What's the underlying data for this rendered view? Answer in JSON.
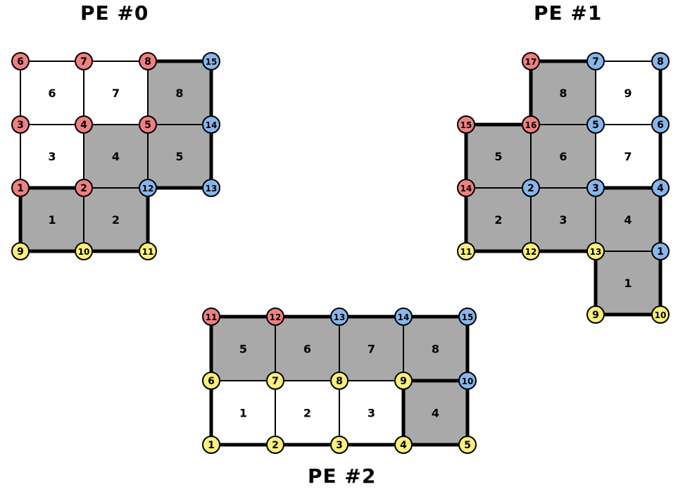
{
  "titles": {
    "pe0": "PE #0",
    "pe1": "PE #1",
    "pe2": "PE #2"
  },
  "colors": {
    "background": "#ffffff",
    "element_shaded": "#a9a9a9",
    "element_plain": "#ffffff",
    "edge": "#000000",
    "node_red": "#f08080",
    "node_blue": "#87b6ec",
    "node_yellow": "#f8f07c"
  },
  "partitions": [
    {
      "id": "pe0",
      "elements": [
        {
          "label": "1",
          "shaded": true
        },
        {
          "label": "2",
          "shaded": true
        },
        {
          "label": "3",
          "shaded": false
        },
        {
          "label": "4",
          "shaded": true
        },
        {
          "label": "5",
          "shaded": true
        },
        {
          "label": "6",
          "shaded": false
        },
        {
          "label": "7",
          "shaded": false
        },
        {
          "label": "8",
          "shaded": true
        }
      ],
      "nodes": [
        {
          "label": "6",
          "color": "red"
        },
        {
          "label": "7",
          "color": "red"
        },
        {
          "label": "8",
          "color": "red"
        },
        {
          "label": "15",
          "color": "blue"
        },
        {
          "label": "3",
          "color": "red"
        },
        {
          "label": "4",
          "color": "red"
        },
        {
          "label": "5",
          "color": "red"
        },
        {
          "label": "14",
          "color": "blue"
        },
        {
          "label": "1",
          "color": "red"
        },
        {
          "label": "2",
          "color": "red"
        },
        {
          "label": "12",
          "color": "blue"
        },
        {
          "label": "13",
          "color": "blue"
        },
        {
          "label": "9",
          "color": "yellow"
        },
        {
          "label": "10",
          "color": "yellow"
        },
        {
          "label": "11",
          "color": "yellow"
        }
      ]
    },
    {
      "id": "pe1",
      "elements": [
        {
          "label": "1",
          "shaded": true
        },
        {
          "label": "2",
          "shaded": true
        },
        {
          "label": "3",
          "shaded": true
        },
        {
          "label": "4",
          "shaded": true
        },
        {
          "label": "5",
          "shaded": true
        },
        {
          "label": "6",
          "shaded": true
        },
        {
          "label": "7",
          "shaded": false
        },
        {
          "label": "8",
          "shaded": true
        },
        {
          "label": "9",
          "shaded": false
        }
      ],
      "nodes": [
        {
          "label": "17",
          "color": "red"
        },
        {
          "label": "7",
          "color": "blue"
        },
        {
          "label": "8",
          "color": "blue"
        },
        {
          "label": "15",
          "color": "red"
        },
        {
          "label": "16",
          "color": "red"
        },
        {
          "label": "5",
          "color": "blue"
        },
        {
          "label": "6",
          "color": "blue"
        },
        {
          "label": "14",
          "color": "red"
        },
        {
          "label": "2",
          "color": "blue"
        },
        {
          "label": "3",
          "color": "blue"
        },
        {
          "label": "4",
          "color": "blue"
        },
        {
          "label": "11",
          "color": "yellow"
        },
        {
          "label": "12",
          "color": "yellow"
        },
        {
          "label": "13",
          "color": "yellow"
        },
        {
          "label": "1",
          "color": "blue"
        },
        {
          "label": "9",
          "color": "yellow"
        },
        {
          "label": "10",
          "color": "yellow"
        }
      ]
    },
    {
      "id": "pe2",
      "elements": [
        {
          "label": "1",
          "shaded": false
        },
        {
          "label": "2",
          "shaded": false
        },
        {
          "label": "3",
          "shaded": false
        },
        {
          "label": "4",
          "shaded": true
        },
        {
          "label": "5",
          "shaded": true
        },
        {
          "label": "6",
          "shaded": true
        },
        {
          "label": "7",
          "shaded": true
        },
        {
          "label": "8",
          "shaded": true
        }
      ],
      "nodes": [
        {
          "label": "11",
          "color": "red"
        },
        {
          "label": "12",
          "color": "red"
        },
        {
          "label": "13",
          "color": "blue"
        },
        {
          "label": "14",
          "color": "blue"
        },
        {
          "label": "15",
          "color": "blue"
        },
        {
          "label": "6",
          "color": "yellow"
        },
        {
          "label": "7",
          "color": "yellow"
        },
        {
          "label": "8",
          "color": "yellow"
        },
        {
          "label": "9",
          "color": "yellow"
        },
        {
          "label": "10",
          "color": "blue"
        },
        {
          "label": "1",
          "color": "yellow"
        },
        {
          "label": "2",
          "color": "yellow"
        },
        {
          "label": "3",
          "color": "yellow"
        },
        {
          "label": "4",
          "color": "yellow"
        },
        {
          "label": "5",
          "color": "yellow"
        }
      ]
    }
  ]
}
